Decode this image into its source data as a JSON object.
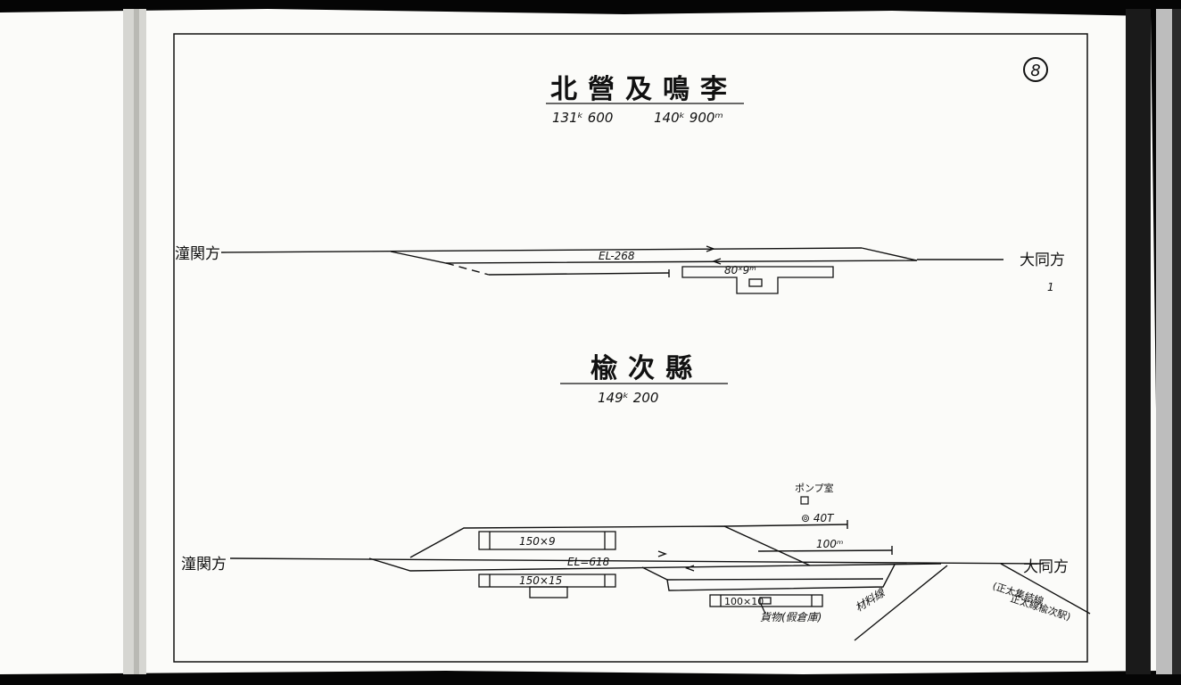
{
  "sheet": {
    "page_number": "8"
  },
  "station_1": {
    "title": "北營及鳴李",
    "km_start": "131ᵏ 600",
    "km_end": "140ᵏ 900ᵐ",
    "left_direction": "潼関方",
    "right_direction": "大同方",
    "track_label": "EL-268",
    "platform_label": "80ˣ9ᵐ",
    "margin_mark": "1"
  },
  "station_2": {
    "title": "楡次縣",
    "km": "149ᵏ 200",
    "left_direction": "潼関方",
    "right_direction": "大同方",
    "track_label": "EL=618",
    "platform_upper": "150×9",
    "platform_lower": "150×15",
    "pump_room": "ポンプ室",
    "water_tank": "⊚ 40T",
    "siding_length": "100ᵐ",
    "warehouse_size": "100×10",
    "warehouse_label": "貨物(假倉庫)",
    "material_line": "材料線",
    "branch_note_1": "(正太集結線",
    "branch_note_2": "正太線楡次駅)"
  }
}
